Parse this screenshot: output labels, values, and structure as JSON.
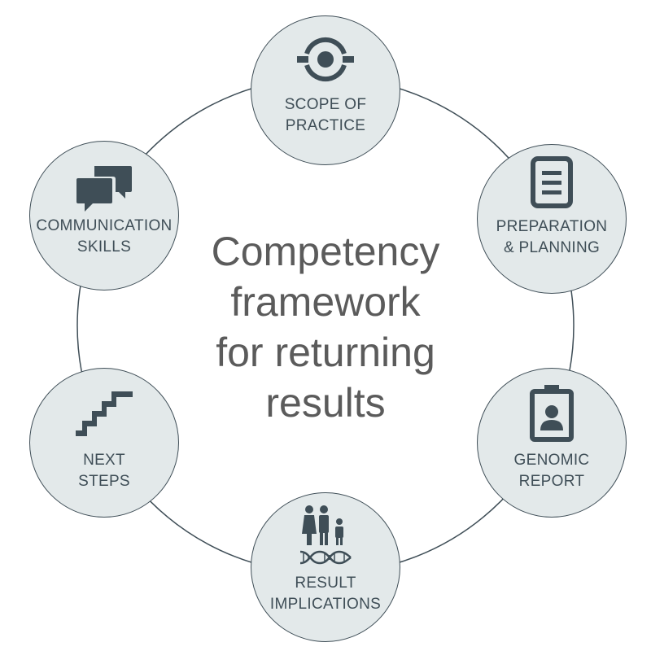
{
  "title": {
    "lines": [
      "Competency",
      "framework",
      "for returning",
      "results"
    ]
  },
  "nodes": {
    "scope": {
      "lines": [
        "SCOPE OF",
        "PRACTICE"
      ],
      "icon": "eye-target-icon"
    },
    "preparation": {
      "lines": [
        "PREPARATION",
        "& PLANNING"
      ],
      "icon": "checklist-icon"
    },
    "genomic": {
      "lines": [
        "GENOMIC",
        "REPORT"
      ],
      "icon": "id-badge-icon"
    },
    "implications": {
      "lines": [
        "RESULT",
        "IMPLICATIONS"
      ],
      "icon": "family-dna-icon"
    },
    "next": {
      "lines": [
        "NEXT",
        "STEPS"
      ],
      "icon": "stairs-icon"
    },
    "communication": {
      "lines": [
        "COMMUNICATION",
        "SKILLS"
      ],
      "icon": "speech-bubbles-icon"
    }
  },
  "colors": {
    "node_fill": "#e3e9ea",
    "stroke": "#3f4e57",
    "icon": "#3f4e57",
    "title_text": "#5b5b5b"
  }
}
